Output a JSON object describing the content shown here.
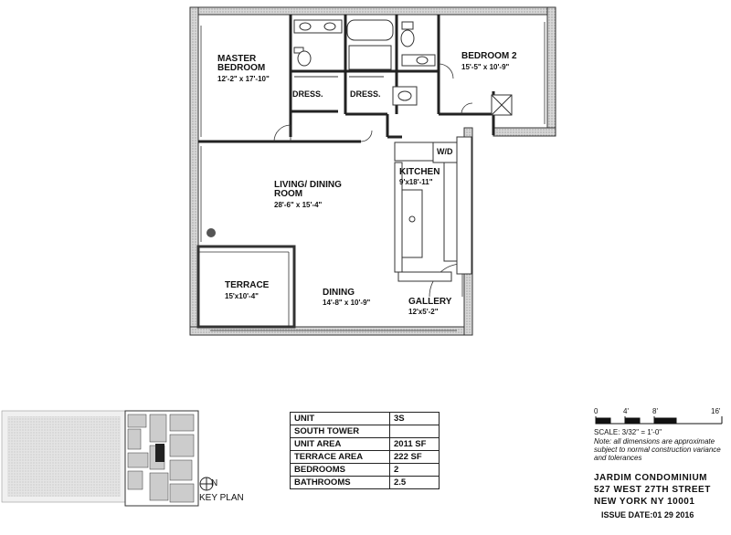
{
  "rooms": {
    "master_bedroom": {
      "name": "MASTER\nBEDROOM",
      "dim": "12'-2\" x 17'-10\""
    },
    "bedroom2": {
      "name": "BEDROOM 2",
      "dim": "15'-5\" x 10'-9\""
    },
    "dress1": "DRESS.",
    "dress2": "DRESS.",
    "wd": "W/D",
    "kitchen": {
      "name": "KITCHEN",
      "dim": "9'x18'-11\""
    },
    "living": {
      "name": "LIVING/ DINING\nROOM",
      "dim": "28'-6\" x 15'-4\""
    },
    "terrace": {
      "name": "TERRACE",
      "dim": "15'x10'-4\""
    },
    "dining": {
      "name": "DINING",
      "dim": "14'-8\" x 10'-9\""
    },
    "gallery": {
      "name": "GALLERY",
      "dim": "12'x5'-2\""
    }
  },
  "unit_table": [
    {
      "label": "UNIT",
      "value": "3S"
    },
    {
      "label": "SOUTH TOWER",
      "value": ""
    },
    {
      "label": "UNIT AREA",
      "value": "2011 SF"
    },
    {
      "label": "TERRACE AREA",
      "value": "222 SF"
    },
    {
      "label": "BEDROOMS",
      "value": "2"
    },
    {
      "label": "BATHROOMS",
      "value": "2.5"
    }
  ],
  "key_plan": {
    "label": "KEY PLAN",
    "north": "N"
  },
  "scale": {
    "ticks": [
      "0",
      "4'",
      "8'",
      "16'"
    ],
    "label": "SCALE: 3/32\" = 1'-0\""
  },
  "note": {
    "line1": "Note: all dimensions are approximate",
    "line2": "subject to normal construction variance",
    "line3": "and tolerances"
  },
  "building": {
    "name": "JARDIM CONDOMINIUM",
    "street": "527 WEST 27TH STREET",
    "city": "NEW YORK  NY 10001",
    "issue": "ISSUE DATE:01 29 2016"
  }
}
